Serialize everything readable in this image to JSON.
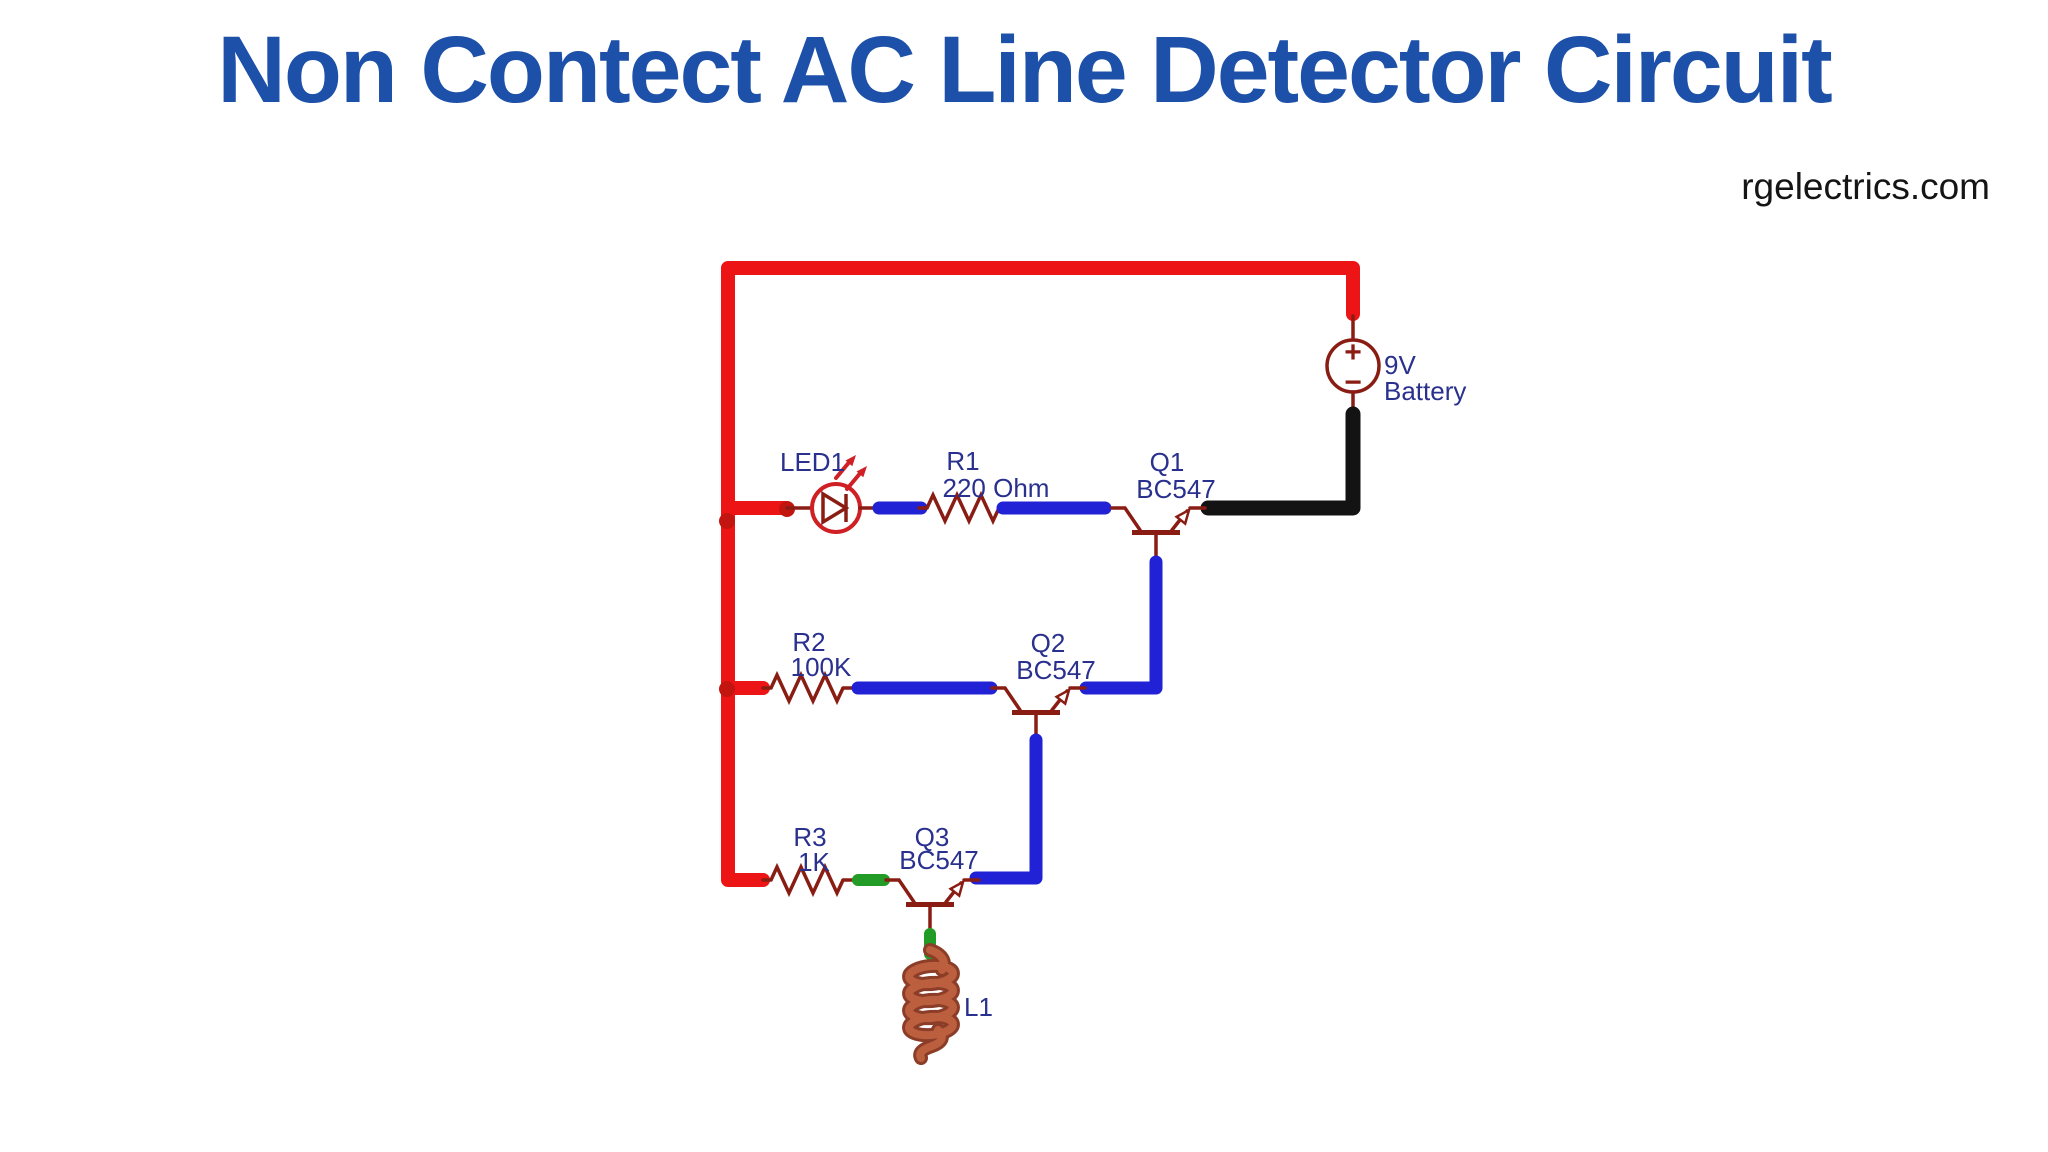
{
  "header": {
    "title": "Non Contect AC Line Detector Circuit",
    "watermark": "rgelectrics.com"
  },
  "components": {
    "led1": {
      "ref": "LED1"
    },
    "r1": {
      "ref": "R1",
      "value": "220 Ohm"
    },
    "r2": {
      "ref": "R2",
      "value": "100K"
    },
    "r3": {
      "ref": "R3",
      "value": "1K"
    },
    "q1": {
      "ref": "Q1",
      "part": "BC547"
    },
    "q2": {
      "ref": "Q2",
      "part": "BC547"
    },
    "q3": {
      "ref": "Q3",
      "part": "BC547"
    },
    "l1": {
      "ref": "L1"
    },
    "battery": {
      "value": "9V",
      "label": "Battery",
      "plus": "+",
      "minus": "−"
    }
  },
  "colors": {
    "title-blue": "#1d50a8",
    "label-navy": "#29308e",
    "wire-red": "#ec1414",
    "junction-red": "#c21510",
    "component-maroon": "#8a1d13",
    "led-red": "#cf2125",
    "wire-blue": "#2121d6",
    "wire-green": "#229b27",
    "wire-black": "#131313",
    "coil-copper": "#bb5f3e",
    "coil-copper-dark": "#8c3d28"
  }
}
